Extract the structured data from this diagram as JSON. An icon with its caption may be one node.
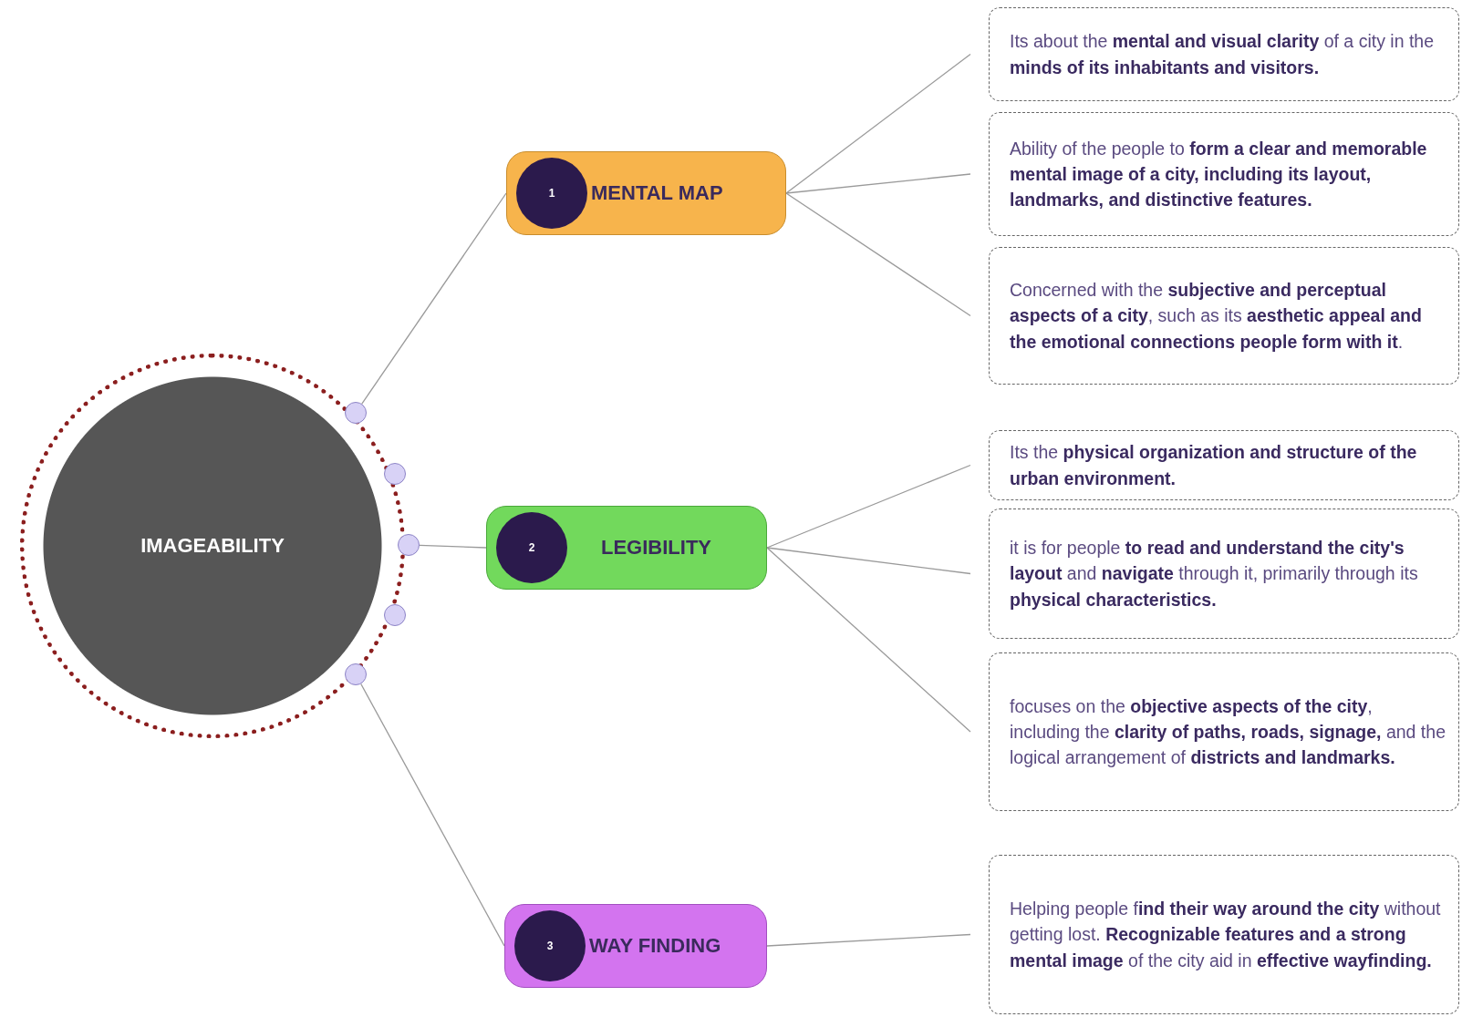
{
  "diagram": {
    "nodes": [
      {
        "text": [
          "IMAGEABILITY"
        ]
      },
      {
        "text": [],
        "shape": "circle",
        "in": 0
      },
      {
        "text": [],
        "shape": "circle",
        "in": 0
      },
      {
        "text": [],
        "shape": "circle",
        "in": 0
      },
      {
        "text": [],
        "shape": "circle",
        "in": 0
      },
      {
        "text": [],
        "shape": "circle",
        "in": 0
      },
      {
        "text": [
          "MENTAL MAP"
        ]
      },
      {
        "text": [
          "1"
        ],
        "in": 6
      },
      {
        "text": [
          "Its about the **mental and visual clarity** of a city in the **minds of its inhabitants and visitors.**"
        ]
      },
      {
        "text": [
          "Ability of the people to **form a clear and memorable mental image of a city, including its layout, landmarks, and distinctive features.**"
        ]
      },
      {
        "text": [
          "Concerned with the **subjective and perceptual aspects of a city**, such as its **aesthetic appeal and the emotional connections people form with it**."
        ]
      },
      {
        "text": [
          "LEGIBILITY"
        ]
      },
      {
        "text": [
          "2"
        ],
        "in": 11
      },
      {
        "text": [
          "Its the **physical organization and structure of the urban environment.**"
        ]
      },
      {
        "text": [
          "it is for people **to read and understand the city's layout** and **navigate** through it, primarily through its **physical characteristics.**"
        ]
      },
      {
        "text": [
          "focuses on the **objective aspects of the city**, including the **clarity of paths, roads, signage,** and the logical arrangement of **districts and landmarks.**"
        ]
      },
      {
        "text": [
          "WAY FINDING"
        ]
      },
      {
        "text": [
          "3"
        ],
        "in": 16
      },
      {
        "text": [
          "Helping people f**ind their way around the city** without getting lost. **Recognizable features and a strong mental image** of the city aid in **effective wayfinding.**"
        ]
      }
    ],
    "edges": [
      {
        "from": 1,
        "to": 6,
        "arrow": "none"
      },
      {
        "from": 3,
        "to": 11,
        "arrow": "none"
      },
      {
        "from": 5,
        "to": 16,
        "arrow": "none"
      },
      {
        "from": 6,
        "to": 8,
        "arrow": "none"
      },
      {
        "from": 6,
        "to": 9,
        "arrow": "none"
      },
      {
        "from": 6,
        "to": 10,
        "arrow": "none"
      },
      {
        "from": 11,
        "to": 13,
        "arrow": "none"
      },
      {
        "from": 11,
        "to": 14,
        "arrow": "none"
      },
      {
        "from": 11,
        "to": 15,
        "arrow": "none"
      },
      {
        "from": 16,
        "to": 18,
        "arrow": "none"
      }
    ]
  }
}
